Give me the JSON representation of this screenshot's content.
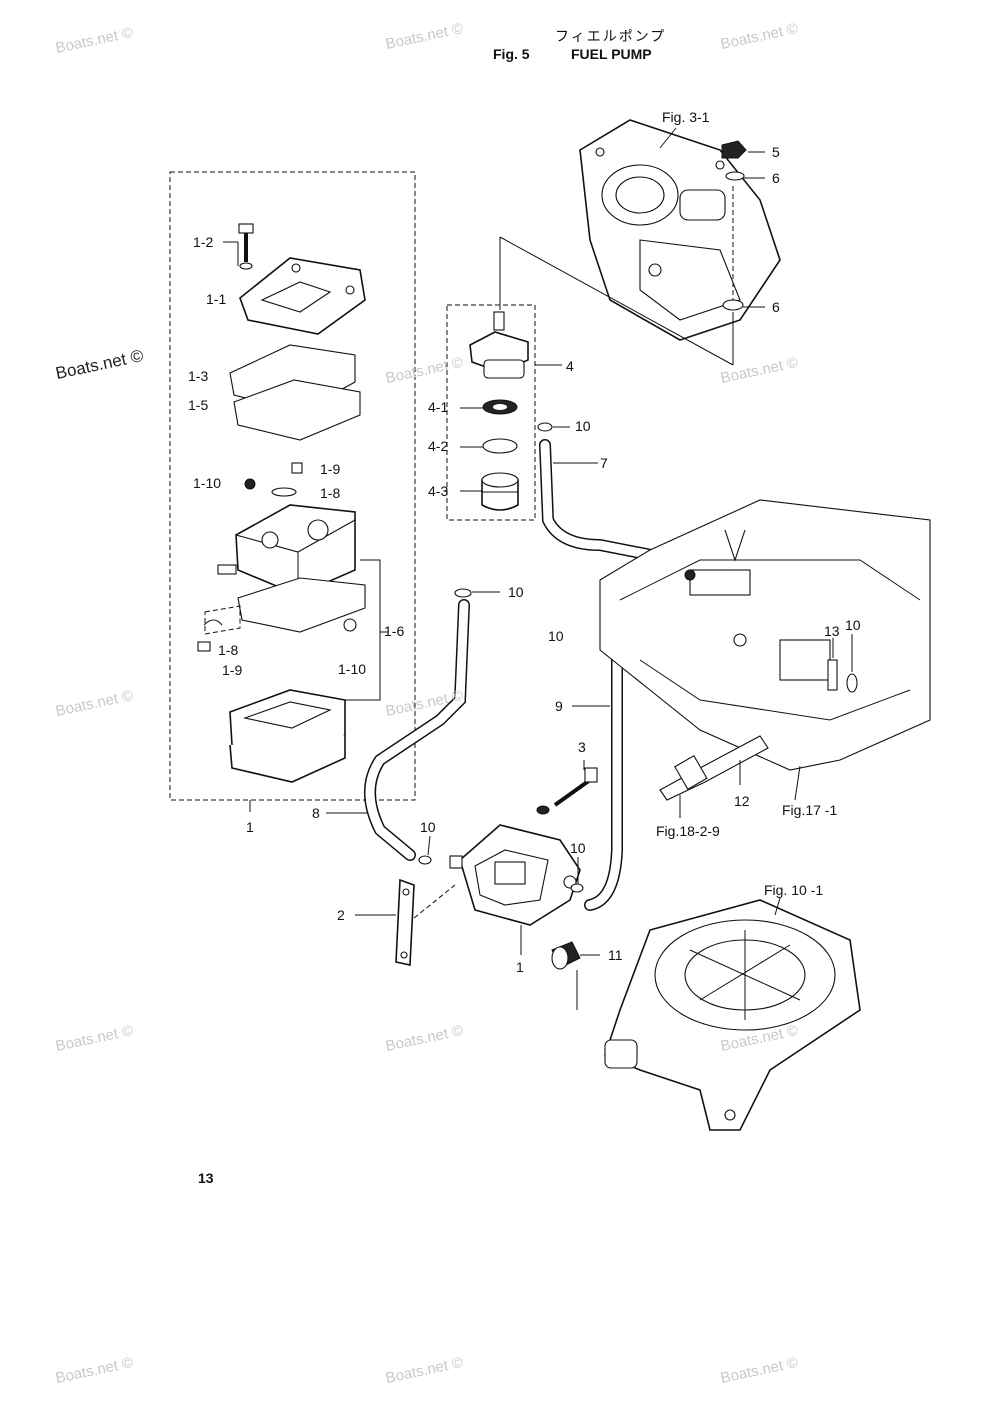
{
  "header": {
    "japanese_title": "フィエルポンプ",
    "fig_number": "Fig. 5",
    "fig_title": "FUEL PUMP"
  },
  "page_number": "13",
  "watermarks": [
    "Boats.net ©"
  ],
  "references": {
    "fig_3_1": "Fig. 3-1",
    "fig_17_1": "Fig.17 -1",
    "fig_18_2_9": "Fig.18-2-9",
    "fig_10_1": "Fig. 10 -1"
  },
  "callouts": {
    "c1_2": "1-2",
    "c1_1": "1-1",
    "c1_3": "1-3",
    "c1_5": "1-5",
    "c1_10a": "1-10",
    "c1_9a": "1-9",
    "c1_8a": "1-8",
    "c1_8b": "1-8",
    "c1_9b": "1-9",
    "c1_10b": "1-10",
    "c1_6": "1-6",
    "c1_bottom": "1",
    "c1_pump": "1",
    "c2": "2",
    "c3": "3",
    "c4": "4",
    "c4_1": "4-1",
    "c4_2": "4-2",
    "c4_3": "4-3",
    "c5": "5",
    "c6a": "6",
    "c6b": "6",
    "c7": "7",
    "c8": "8",
    "c9": "9",
    "c10a": "10",
    "c10b": "10",
    "c10c": "10",
    "c10d": "10",
    "c10e": "10",
    "c10f": "10",
    "c11": "11",
    "c12": "12",
    "c13": "13"
  }
}
